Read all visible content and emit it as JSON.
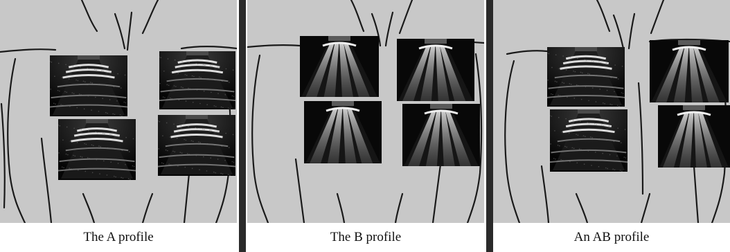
{
  "figure": {
    "panels": [
      {
        "caption": "The A profile",
        "pattern": "a-lines",
        "images": [
          {
            "pattern": "a-lines"
          },
          {
            "pattern": "a-lines"
          },
          {
            "pattern": "a-lines"
          },
          {
            "pattern": "a-lines"
          }
        ]
      },
      {
        "caption": "The B profile",
        "pattern": "b-lines",
        "images": [
          {
            "pattern": "b-lines"
          },
          {
            "pattern": "b-lines"
          },
          {
            "pattern": "b-lines"
          },
          {
            "pattern": "b-lines"
          }
        ]
      },
      {
        "caption": "An AB profile",
        "pattern": "mixed",
        "images": [
          {
            "pattern": "a-lines"
          },
          {
            "pattern": "b-lines"
          },
          {
            "pattern": "a-lines"
          },
          {
            "pattern": "b-lines"
          }
        ]
      }
    ],
    "colors": {
      "background": "#c8c8c8",
      "divider": "#2a2a2a",
      "outline": "#1a1a1a",
      "image_bg": "#0a0a0a",
      "caption_text": "#111111"
    }
  }
}
